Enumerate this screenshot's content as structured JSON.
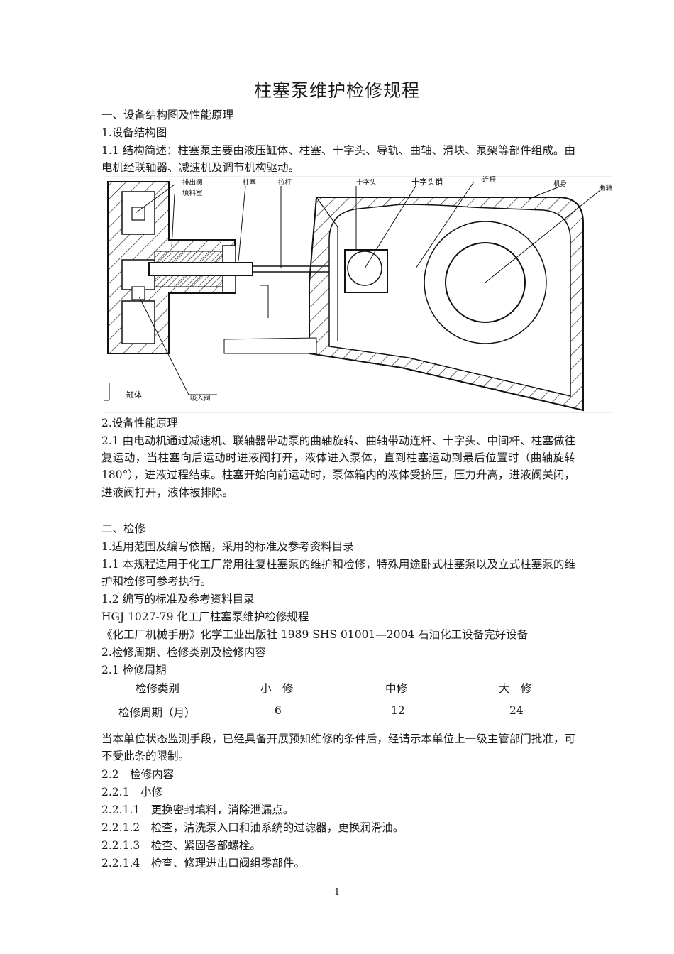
{
  "title": "柱塞泵维护检修规程",
  "section1": {
    "heading": "一、设备结构图及性能原理",
    "sub1": "1.设备结构图",
    "p11": "1.1 结构简述：柱塞泵主要由液压缸体、柱塞、十字头、导轨、曲轴、滑块、泵架等部件组成。由电机经联轴器、减速机及调节机构驱动。",
    "figure_labels": {
      "discharge_valve": "排出阀",
      "packing_chamber": "填料室",
      "plunger": "柱塞",
      "pull_rod": "拉杆",
      "crosshead": "十字头",
      "crosshead_pin": "十字头销",
      "connecting_rod": "连杆",
      "frame": "机身",
      "crankshaft": "曲轴",
      "cylinder": "缸体",
      "suction_valve": "吸入阀"
    },
    "sub2": "2.设备性能原理",
    "p21": "2.1 由电动机通过减速机、联轴器带动泵的曲轴旋转、曲轴带动连杆、十字头、中间杆、柱塞做往复运动，当柱塞向后运动时进液阀打开，液体进入泵体，直到柱塞运动到最后位置时（曲轴旋转 180°），进液过程结束。柱塞开始向前运动时，泵体箱内的液体受挤压，压力升高，进液阀关闭，进液阀打开，液体被排除。"
  },
  "section2": {
    "heading": "二、检修",
    "l1": "1.适用范围及编写依据，采用的标准及参考资料目录",
    "p11": "1.1 本规程适用于化工厂常用往复柱塞泵的维护和检修，特殊用途卧式柱塞泵以及立式柱塞泵的维护和检修可参考执行。",
    "l12": "1.2 编写的标准及参考资料目录",
    "ref1": "HGJ 1027-79 化工厂柱塞泵维护检修规程",
    "ref2": "《化工厂机械手册》化学工业出版社 1989 SHS 01001—2004 石油化工设备完好设备",
    "l2": "2.检修周期、检修类别及检修内容",
    "l21": "2.1 检修周期",
    "table": {
      "h0": "检修类别",
      "h1": "小　修",
      "h2": "中修",
      "h3": "大　修",
      "r0": "检修周期（月）",
      "r1": "6",
      "r2": "12",
      "r3": "24"
    },
    "note": "当本单位状态监测手段，已经具备开展预知维修的条件后，经请示本单位上一级主管部门批准，可不受此条的限制。",
    "l22": "2.2　检修内容",
    "l221": "2.2.1　小修",
    "l2211": "2.2.1.1　更换密封填料，消除泄漏点。",
    "l2212": "2.2.1.2　检查，清洗泵入口和油系统的过滤器，更换润滑油。",
    "l2213": "2.2.1.3　检查、紧固各部螺栓。",
    "l2214": "2.2.1.4　检查、修理进出口阀组零部件。"
  },
  "page_number": "1"
}
